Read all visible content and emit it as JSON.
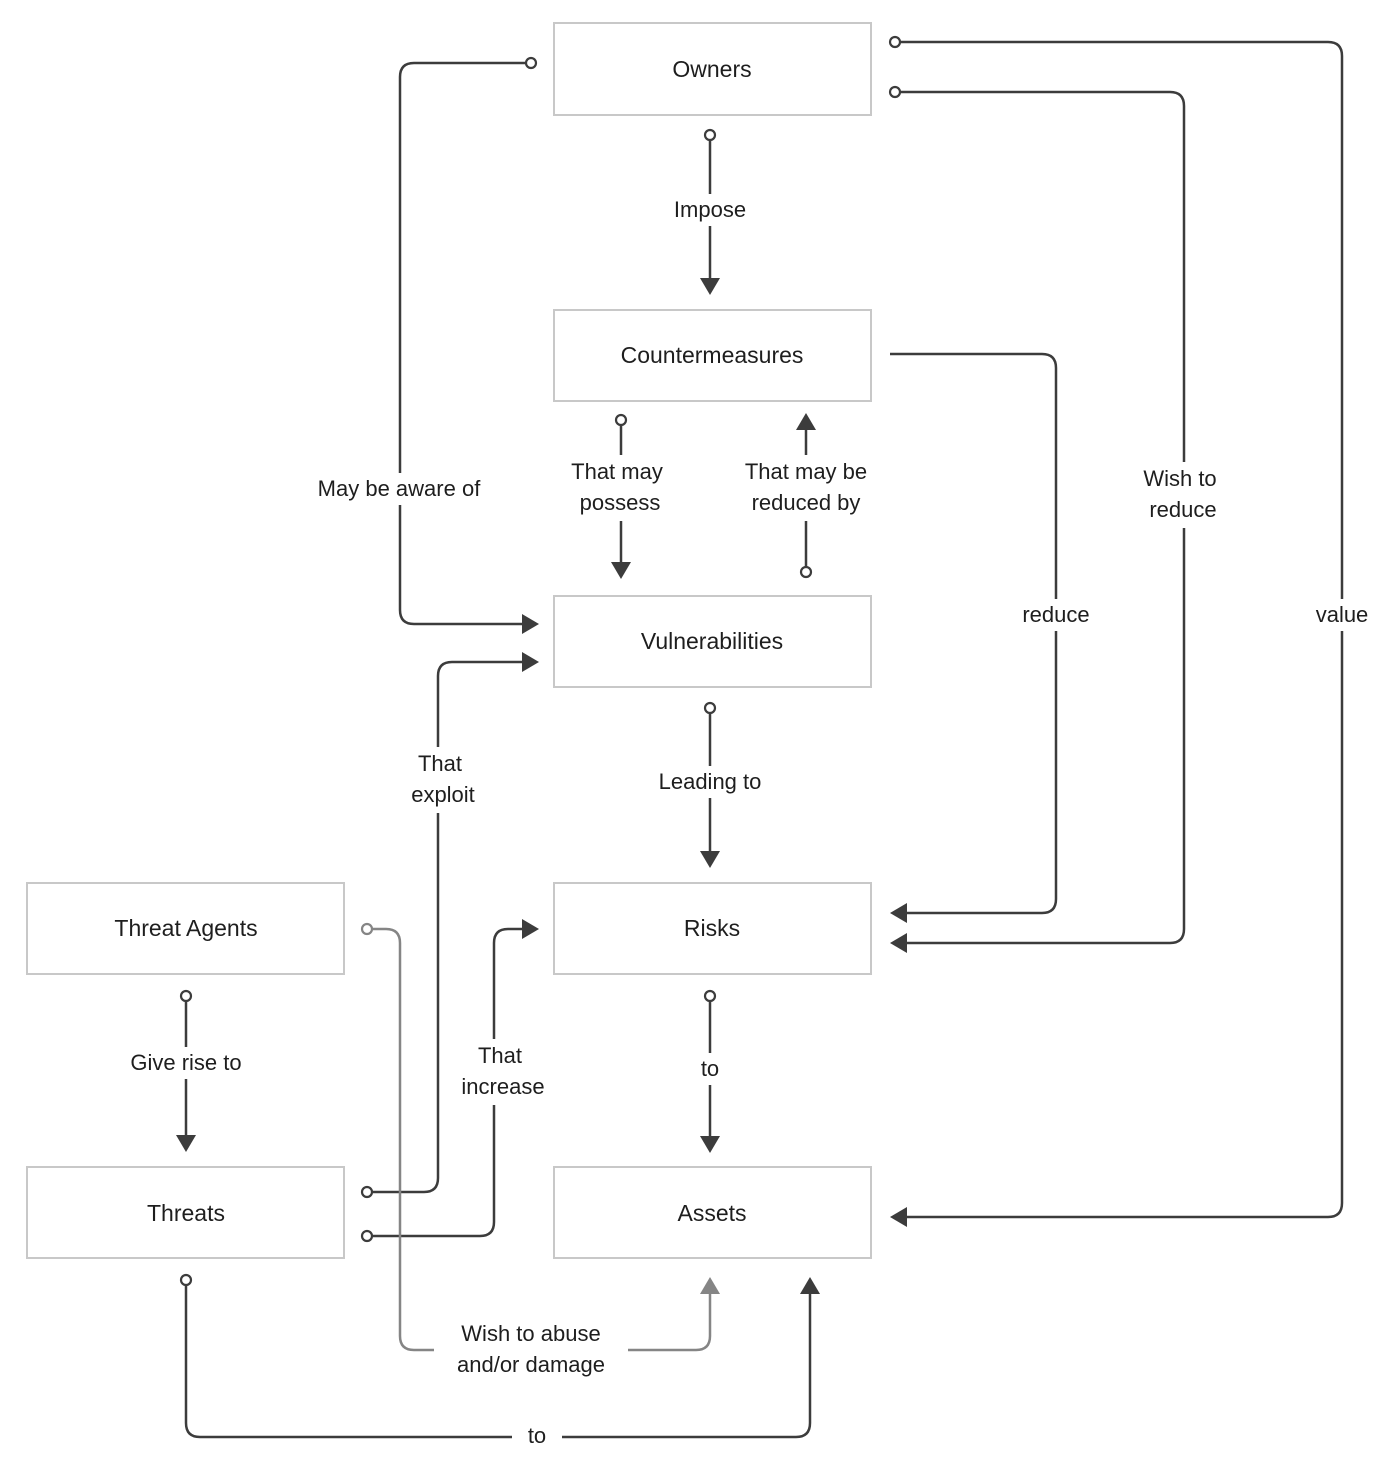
{
  "nodes": {
    "owners": "Owners",
    "countermeasures": "Countermeasures",
    "vulnerabilities": "Vulnerabilities",
    "risks": "Risks",
    "assets": "Assets",
    "threat_agents": "Threat Agents",
    "threats": "Threats"
  },
  "edges": {
    "impose": [
      "Impose"
    ],
    "may_possess": [
      "That may",
      "possess"
    ],
    "may_be_reduced_by": [
      "That may be",
      "reduced by"
    ],
    "leading_to": [
      "Leading to"
    ],
    "risks_to_assets": [
      "to"
    ],
    "may_be_aware_of": [
      "May be aware of"
    ],
    "reduce": [
      "reduce"
    ],
    "wish_to_reduce": [
      "Wish to",
      "reduce"
    ],
    "value": [
      "value"
    ],
    "give_rise_to": [
      "Give rise to"
    ],
    "that_exploit": [
      "That",
      "exploit"
    ],
    "that_increase": [
      "That",
      "increase"
    ],
    "wish_to_abuse": [
      "Wish to abuse",
      "and/or damage"
    ],
    "threats_to_assets": [
      "to"
    ]
  },
  "colors": {
    "connector": "#3c3c3c",
    "connector_secondary": "#858585",
    "box_border": "#c8c8c8",
    "text": "#1e1e1e",
    "background": "#ffffff"
  }
}
